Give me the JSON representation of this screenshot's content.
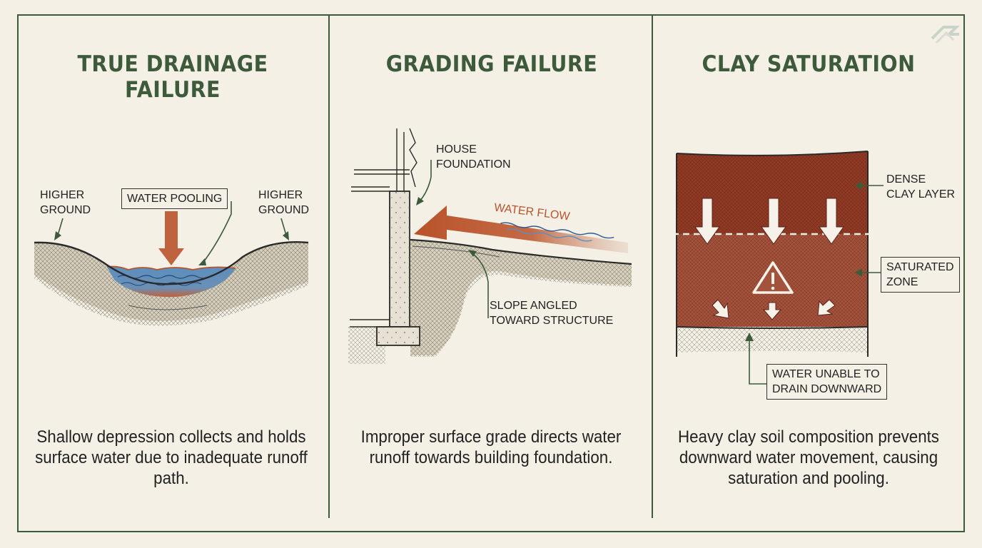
{
  "panels": [
    {
      "title": "TRUE DRAINAGE FAILURE",
      "caption": "Shallow depression collects and holds surface water due to inadequate runoff path.",
      "labels": {
        "higher_ground_left": "HIGHER\nGROUND",
        "water_pooling": "WATER POOLING",
        "higher_ground_right": "HIGHER\nGROUND"
      }
    },
    {
      "title": "GRADING FAILURE",
      "caption": "Improper surface grade directs water runoff towards building foundation.",
      "labels": {
        "house_foundation": "HOUSE\nFOUNDATION",
        "water_flow": "WATER FLOW",
        "slope": "SLOPE ANGLED\nTOWARD STRUCTURE"
      }
    },
    {
      "title": "CLAY SATURATION",
      "caption": "Heavy clay soil composition prevents downward water movement, causing saturation and pooling.",
      "labels": {
        "dense_clay": "DENSE\nCLAY LAYER",
        "saturated_zone": "SATURATED\nZONE",
        "water_unable": "WATER UNABLE TO\nDRAIN DOWNWARD"
      }
    }
  ],
  "colors": {
    "accent_green": "#3d5a3b",
    "water_blue": "#5b8fbf",
    "rust": "#b8532b",
    "clay_dark": "#8e3a24",
    "clay_light": "#a3533c",
    "paper": "#f4f0e6"
  },
  "icons": [
    "warning-icon",
    "arrow-down-icon",
    "logo-icon"
  ]
}
